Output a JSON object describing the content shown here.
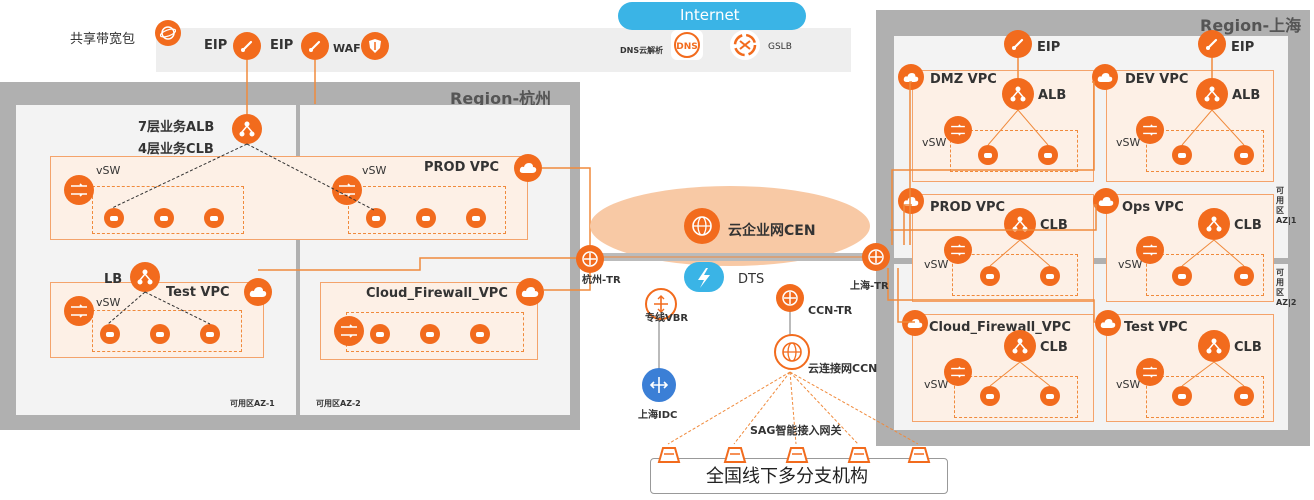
{
  "top_bar": {
    "shared_bandwidth": "共享带宽包",
    "eip1": "EIP",
    "eip2": "EIP",
    "waf": "WAF",
    "internet": "Internet",
    "dns": "DNS云解析",
    "gslb": "GSLB"
  },
  "hangzhou": {
    "title": "Region-杭州",
    "alb": "7层业务ALB",
    "clb": "4层业务CLB",
    "prod_vpc": "PROD VPC",
    "vsw": "vSW",
    "lb": "LB",
    "test_vpc": "Test  VPC",
    "fw_vpc": "Cloud_Firewall_VPC",
    "az1": "可用区AZ-1",
    "az2": "可用区AZ-2",
    "tr": "杭州-TR"
  },
  "center": {
    "cen": "云企业网CEN",
    "dts": "DTS",
    "vbr": "专线VBR",
    "ccn_tr": "CCN-TR",
    "ccn": "云连接网CCN",
    "idc": "上海IDC",
    "sag": "SAG智能接入网关",
    "branches": "全国线下多分支机构"
  },
  "shanghai": {
    "title": "Region-上海",
    "eip": "EIP",
    "dmz_vpc": "DMZ VPC",
    "dev_vpc": "DEV VPC",
    "prod_vpc": "PROD VPC",
    "ops_vpc": "Ops VPC",
    "fw_vpc": "Cloud_Firewall_VPC",
    "test_vpc": "Test VPC",
    "alb": "ALB",
    "clb": "CLB",
    "vsw": "vSW",
    "tr": "上海-TR",
    "az1_side": "可用区AZ|1",
    "az2_side": "可用区AZ|2"
  },
  "colors": {
    "accent": "#f26b1d",
    "region_bg": "#b0b0b0",
    "vpc_bg": "#fdf0e6",
    "cen_bg": "#f8c9a5",
    "internet_bg": "#3ab4e6"
  }
}
